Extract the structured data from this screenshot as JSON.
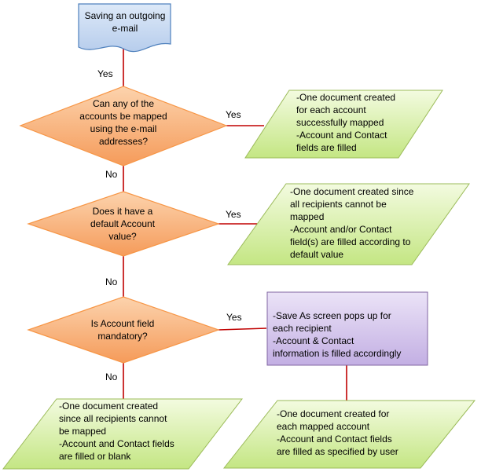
{
  "start": {
    "text": "Saving an outgoing e-mail"
  },
  "decisions": [
    {
      "text": "Can any of the accounts be mapped using the e-mail addresses?"
    },
    {
      "text": "Does it have a default Account value?"
    },
    {
      "text": "Is Account field mandatory?"
    }
  ],
  "edge_labels": {
    "yes": "Yes",
    "no": "No"
  },
  "outcomes": {
    "mapped": {
      "lines": [
        "-One document created",
        "for each account",
        "successfully mapped",
        "-Account and Contact",
        "fields are filled"
      ]
    },
    "default_account": {
      "lines": [
        "-One document created since",
        "all recipients cannot be",
        "mapped",
        "-Account and/or Contact",
        "field(s) are filled according to",
        "default value"
      ]
    },
    "save_as": {
      "lines": [
        "-Save As screen pops up for",
        "each recipient",
        "-Account & Contact",
        "information is filled accordingly"
      ]
    },
    "not_mandatory": {
      "lines": [
        "-One document created",
        "since all recipients cannot",
        "be mapped",
        "-Account and Contact fields",
        "are filled or blank"
      ]
    },
    "per_mapped_account": {
      "lines": [
        "-One document created for",
        "each mapped account",
        "-Account and Contact fields",
        "are filled as specified by user"
      ]
    }
  },
  "colors": {
    "start_fill": "#c6d9f1",
    "decision_fill": "#f9b47a",
    "outcome_fill": "#d8f0a6",
    "process_fill": "#d3c3ea",
    "connector": "#c00000"
  }
}
